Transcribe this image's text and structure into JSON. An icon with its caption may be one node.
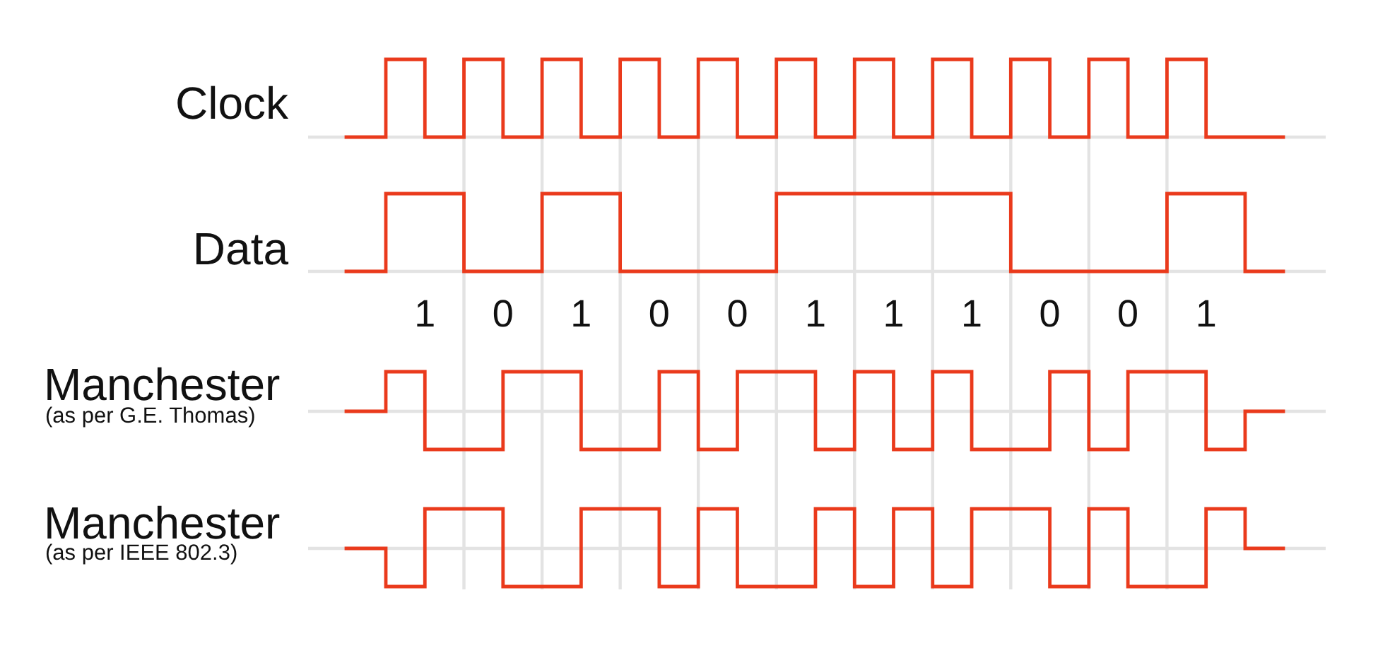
{
  "diagram": {
    "labels": [
      "Clock",
      "Data",
      "1",
      "0",
      "1",
      "0",
      "0",
      "1",
      "1",
      "1",
      "0",
      "0",
      "1",
      "Manchester",
      "(as per G.E. Thomas)",
      "Manchester",
      "(as per IEEE 802.3)"
    ]
  }
}
